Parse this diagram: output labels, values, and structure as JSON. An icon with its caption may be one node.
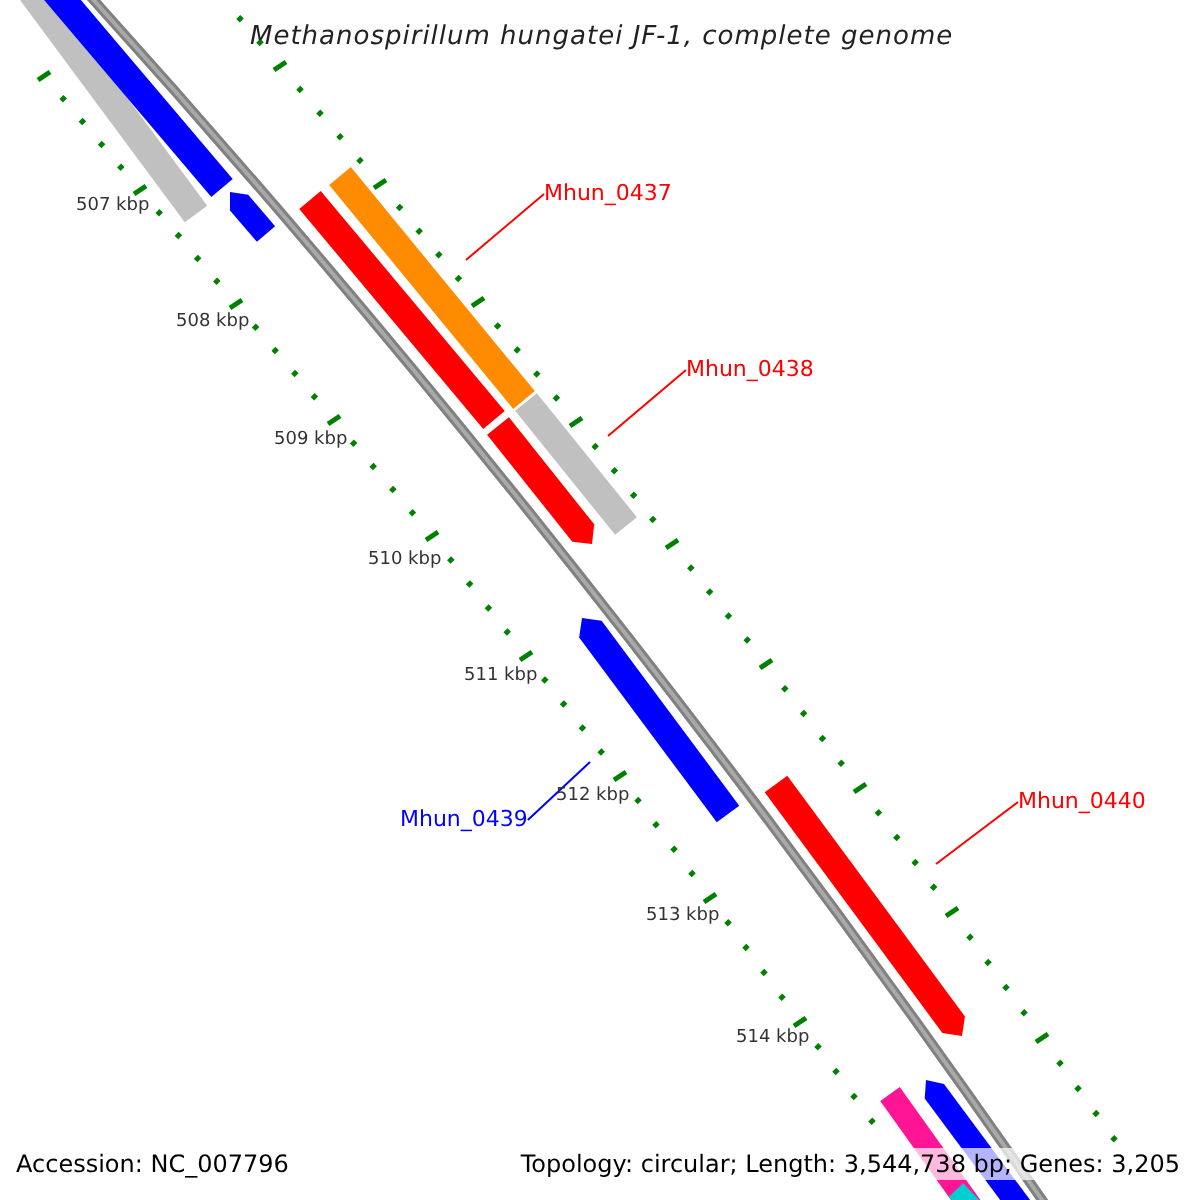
{
  "diagram": {
    "title": "Methanospirillum hungatei JF-1, complete genome",
    "nodes": [
      {
        "text": [
          "Mhun_0437"
        ]
      },
      {
        "text": [
          "Mhun_0438"
        ]
      },
      {
        "text": [
          "Mhun_0440"
        ]
      },
      {
        "text": [
          "Mhun_0439"
        ]
      }
    ],
    "edges": [
      {
        "from": 0,
        "to": null,
        "arrow": "none"
      },
      {
        "from": 1,
        "to": null,
        "arrow": "none"
      },
      {
        "from": 2,
        "to": null,
        "arrow": "none"
      },
      {
        "from": 3,
        "to": null,
        "arrow": "none",
        "color": "#0000ff"
      }
    ],
    "labels": [
      "507 kbp",
      "508 kbp",
      "509 kbp",
      "510 kbp",
      "511 kbp",
      "512 kbp",
      "513 kbp",
      "514 kbp",
      "Accession: NC_007796",
      "Topology: circular; Length: 3,544,738 bp; Genes: 3,205"
    ]
  }
}
